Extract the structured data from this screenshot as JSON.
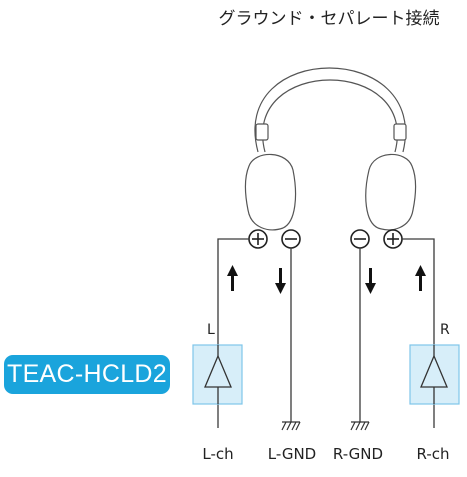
{
  "title": "グラウンド・セパレート接続",
  "badge": "TEAC-HCLD2",
  "channel_labels": {
    "left": "L",
    "right": "R"
  },
  "terminal_symbols": {
    "plus": "+",
    "minus": "−"
  },
  "bottom_labels": {
    "lch": "L-ch",
    "lgnd": "L-GND",
    "rgnd": "R-GND",
    "rch": "R-ch"
  },
  "colors": {
    "amp_fill": "#d7eef9",
    "amp_stroke": "#7ec6ea",
    "badge": "#1aa4dc",
    "line": "#3a3a3a"
  }
}
